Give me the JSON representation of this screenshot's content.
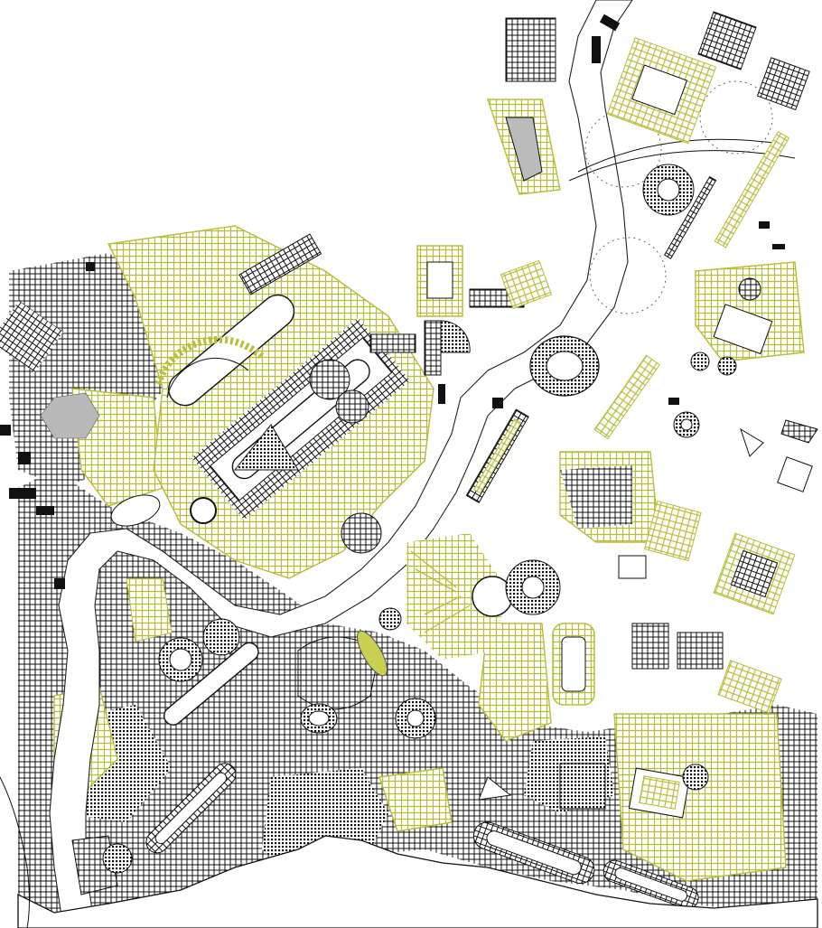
{
  "map": {
    "colors": {
      "background": "#ffffff",
      "ink": "#111111",
      "olive": "#b8bd3a",
      "olive_fill": "#c9cf52",
      "gray": "#b9b9b9"
    },
    "features": [
      "river",
      "colosseum-like-amphitheater",
      "circular-piazzas",
      "circus-stadiums",
      "building-blocks",
      "gardens",
      "city-wall-edge"
    ]
  }
}
